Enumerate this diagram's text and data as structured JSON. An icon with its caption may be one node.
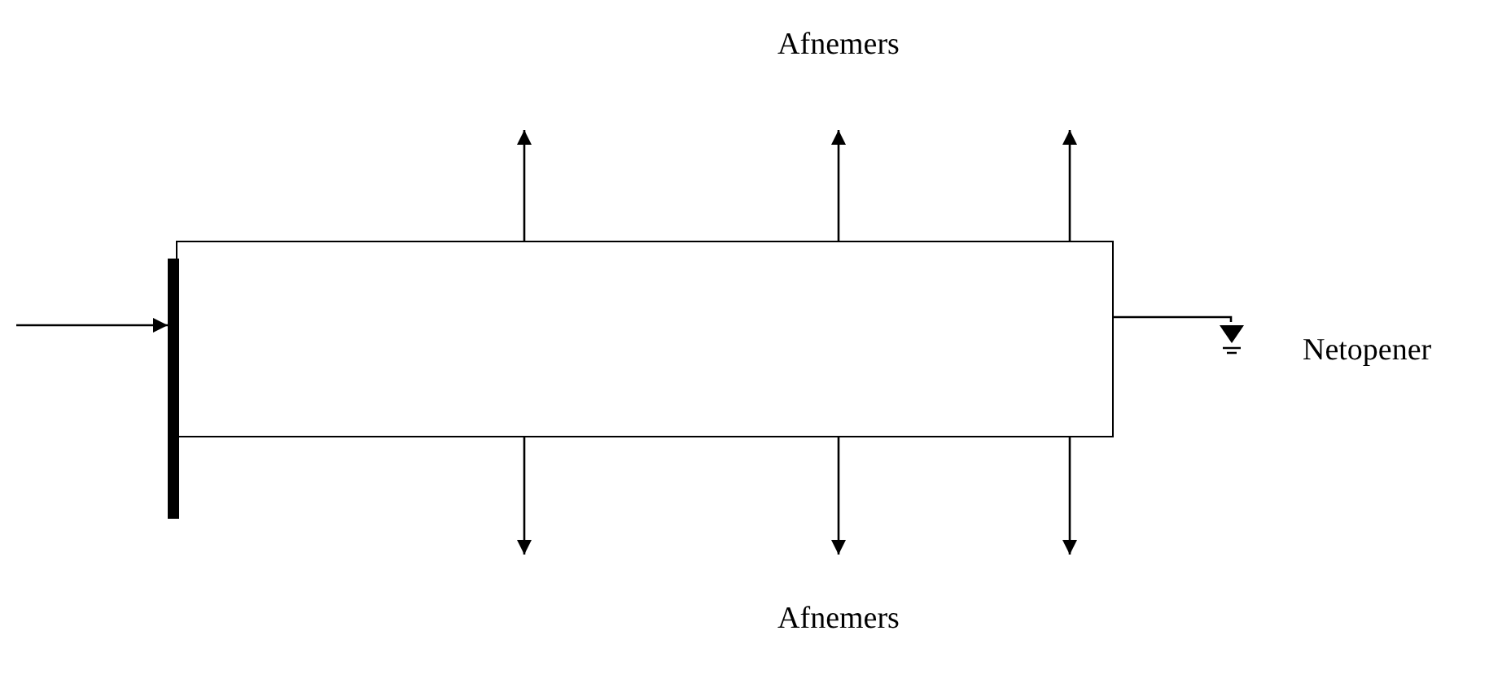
{
  "diagram": {
    "nodes": [
      {
        "text": [],
        "shape": "box"
      },
      {
        "text": [],
        "shape": "bar"
      },
      {
        "text": [],
        "shape": "triangle",
        "beside": [
          "Netopener"
        ]
      }
    ],
    "edges": [
      {
        "from": null,
        "to": 1,
        "arrow": "to"
      },
      {
        "from": 0,
        "to": null,
        "arrow": "to"
      },
      {
        "from": 0,
        "to": null,
        "arrow": "to"
      },
      {
        "from": 0,
        "to": null,
        "arrow": "to"
      },
      {
        "from": 0,
        "to": null,
        "arrow": "to"
      },
      {
        "from": 0,
        "to": null,
        "arrow": "to"
      },
      {
        "from": 0,
        "to": null,
        "arrow": "to"
      },
      {
        "from": 0,
        "to": 2,
        "arrow": "none"
      }
    ],
    "labels": [
      "Afnemers",
      "Afnemers"
    ]
  }
}
